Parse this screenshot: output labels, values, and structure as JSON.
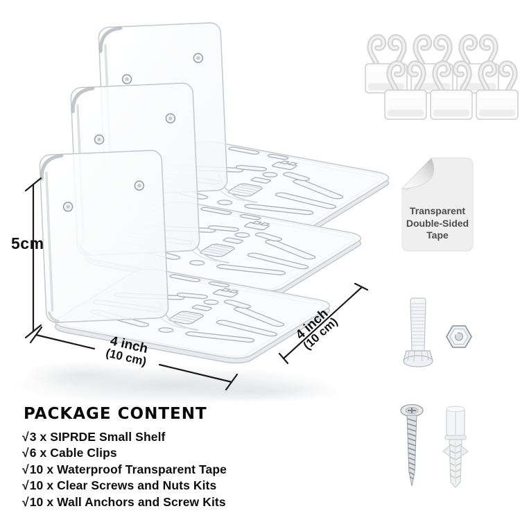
{
  "dimensions": {
    "height": "5cm",
    "width_line1": "4 inch",
    "width_line2": "(10 cm)",
    "depth_line1": "4 inch",
    "depth_line2": "(10 cm)"
  },
  "tape": {
    "line1": "Transparent",
    "line2": "Double-Sided",
    "line3": "Tape"
  },
  "package_content": {
    "heading": "PACKAGE CONTENT",
    "check": "√",
    "items": [
      "3 x SIPRDE Small Shelf",
      "6 x Cable Clips",
      "10 x Waterproof Transparent Tape",
      "10 x Clear Screws and Nuts Kits",
      "10 x Wall Anchors and Screw Kits"
    ]
  },
  "colors": {
    "text": "#111111",
    "dimension_line": "#1a1a1a",
    "acrylic_edge": "#c6cbd0",
    "tape_bg": "#efefef",
    "tape_text": "#4c4c4c",
    "clip": "#d6d6d6",
    "metal": "#9aa0a5"
  }
}
